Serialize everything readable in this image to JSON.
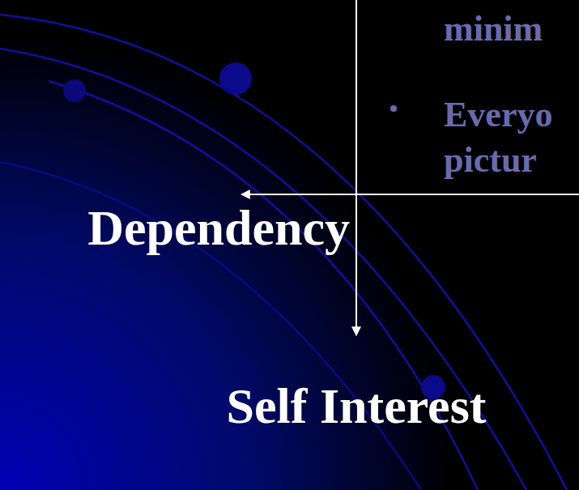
{
  "diagram": {
    "labels": [
      "minim",
      "Everyo pictur",
      "Dependency",
      "Self Interest"
    ]
  }
}
